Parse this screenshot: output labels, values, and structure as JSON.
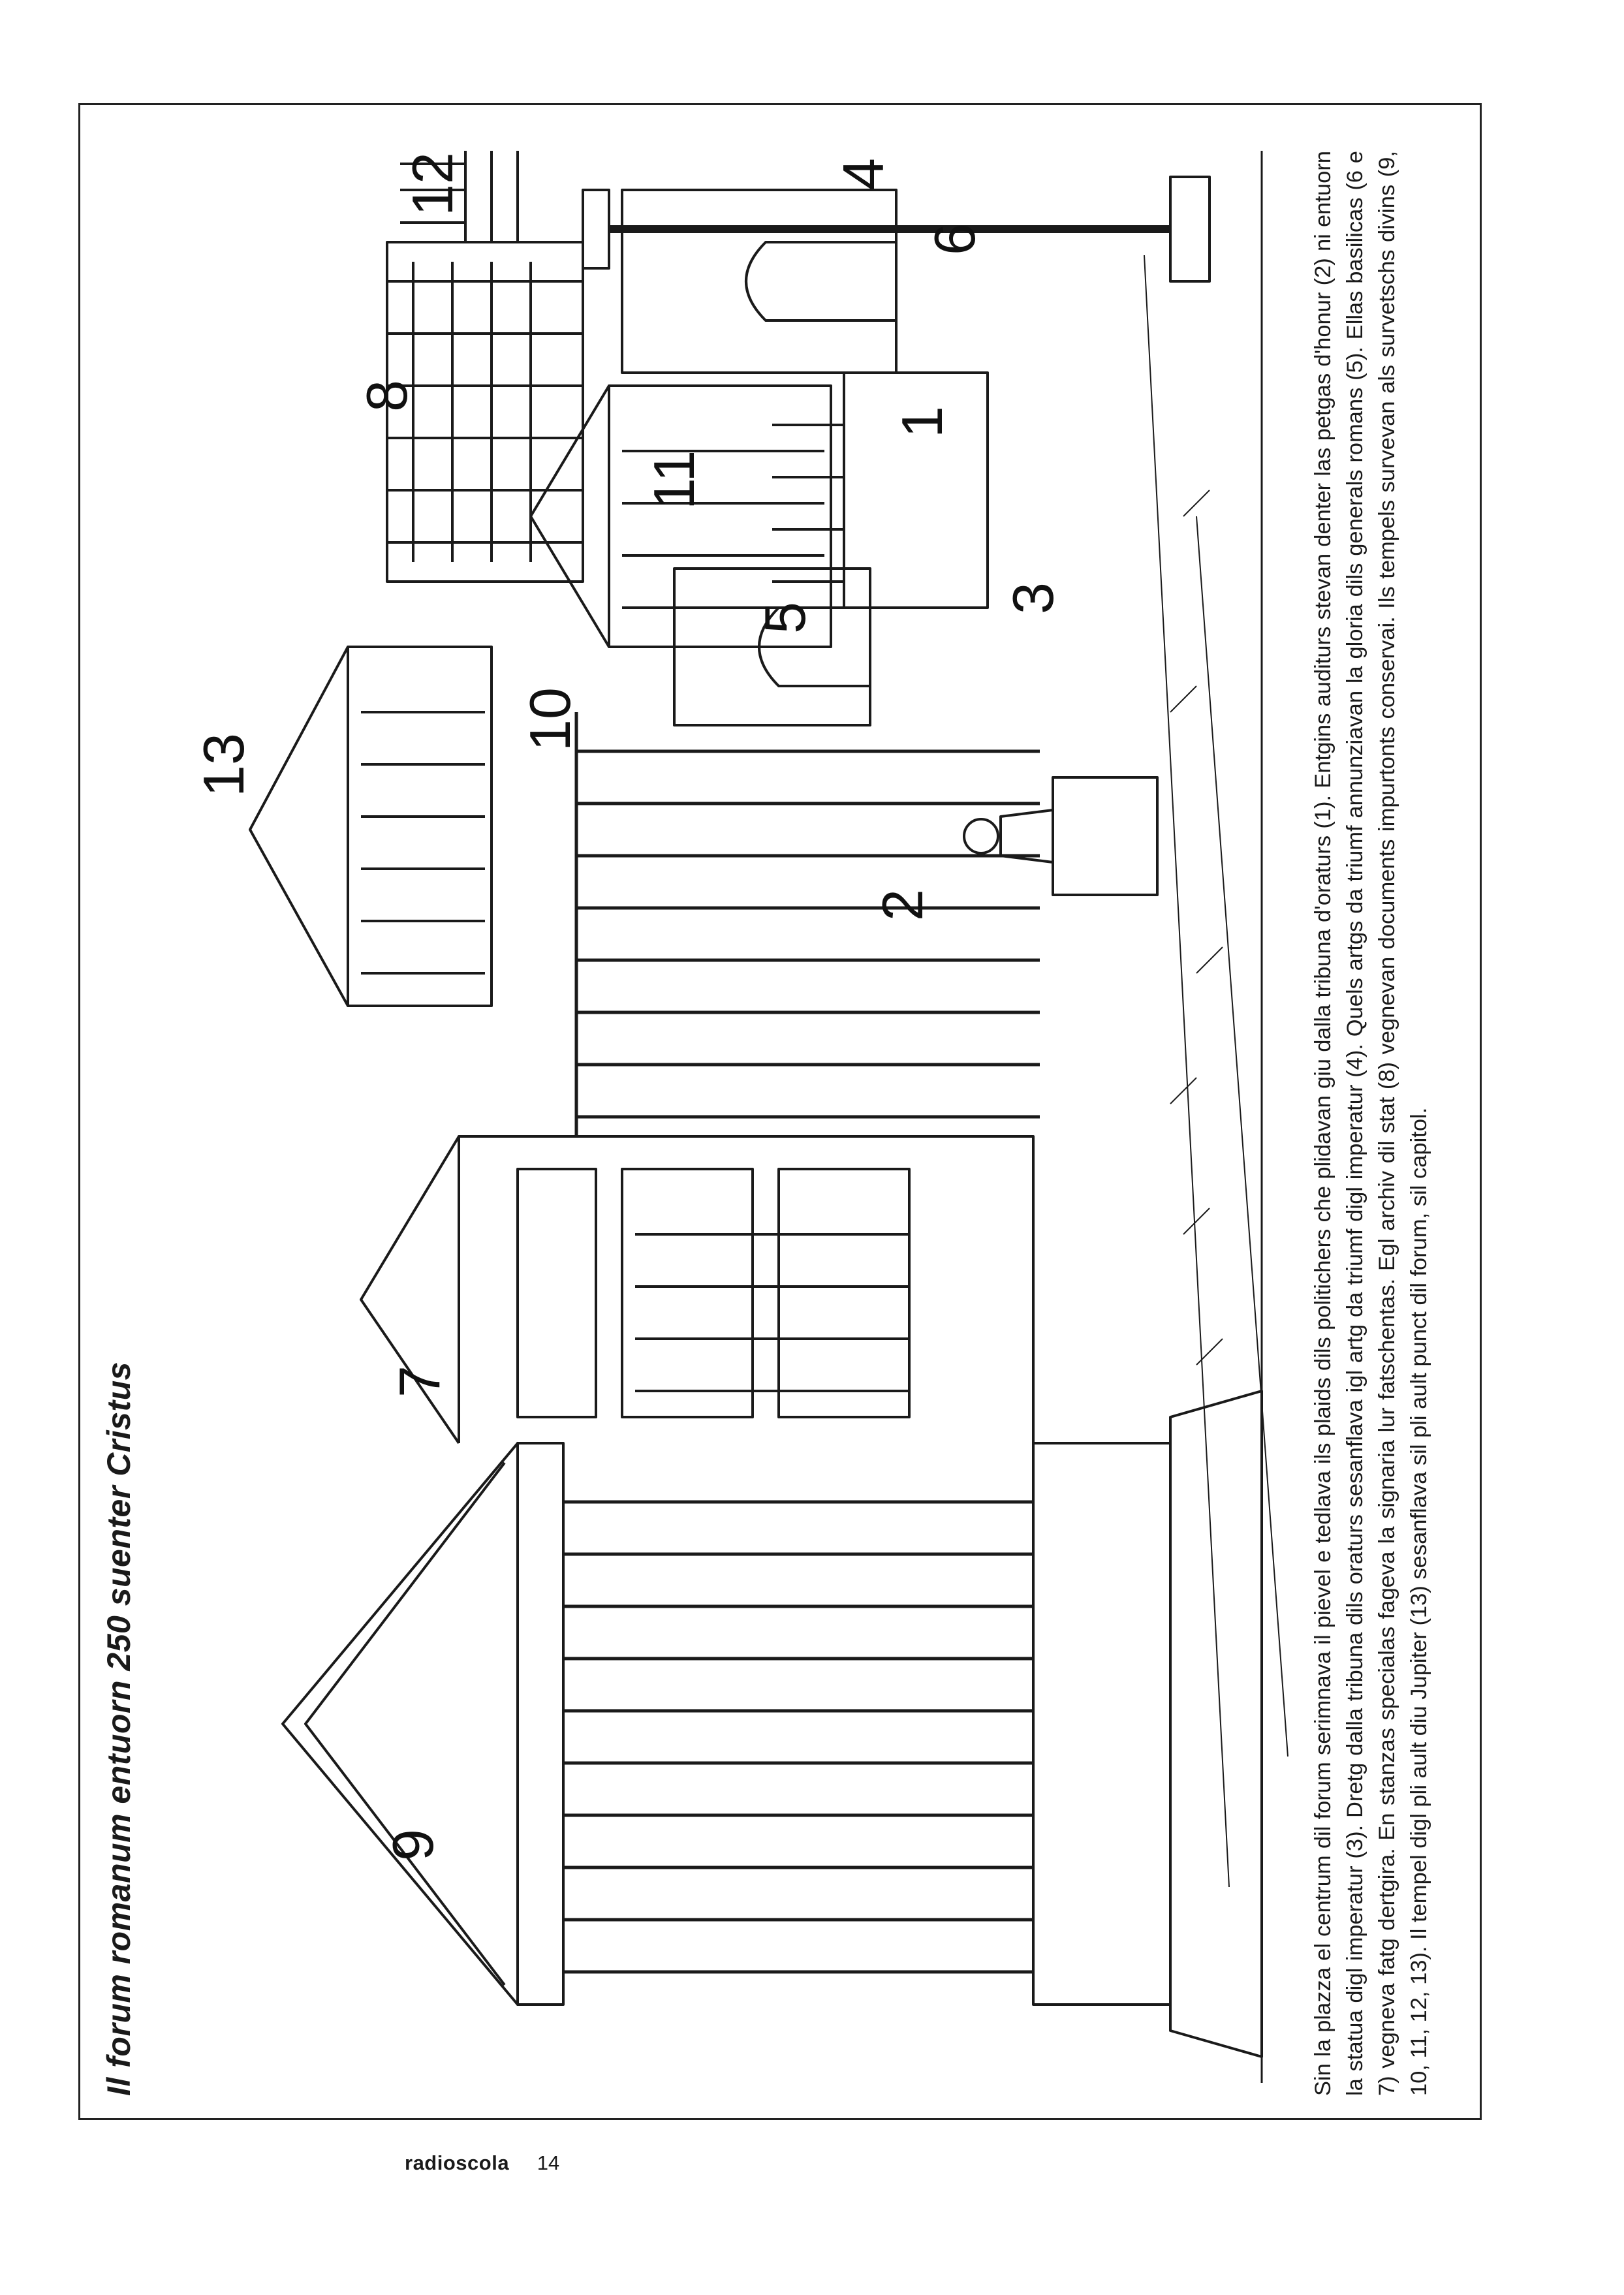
{
  "title": "Il forum romanum entuorn 250 suenter Cristus",
  "labels": [
    "1",
    "2",
    "3",
    "4",
    "5",
    "6",
    "7",
    "8",
    "9",
    "10",
    "11",
    "12",
    "13"
  ],
  "caption": "Sin la plazza el centrum dil forum serimnava il pievel e tedlava ils plaids dils politichers che plidavan giu dalla tribuna d'oraturs (1). Entgins auditurs stevan denter las petgas d'honur (2) ni entuorn la statua digl imperatur (3). Dretg dalla tribuna dils oraturs sesanflava igl artg da triumf digl imperatur (4). Quels artgs da triumf annunziavan la gloria dils generals romans (5). Ellas basilicas (6 e 7) vegneva fatg dertgira. En stanzas specialas fageva la signaria lur fatschentas. Egl archiv dil stat (8) vegnevan documents impurtonts conservai. Ils tempels survevan als survetschs divins (9, 10, 11, 12, 13). Il tempel digl pli ault diu Jupiter (13) sesanflava sil pli ault punct dil forum, sil capitol.",
  "footer": {
    "publication": "radioscola",
    "page": "14"
  }
}
